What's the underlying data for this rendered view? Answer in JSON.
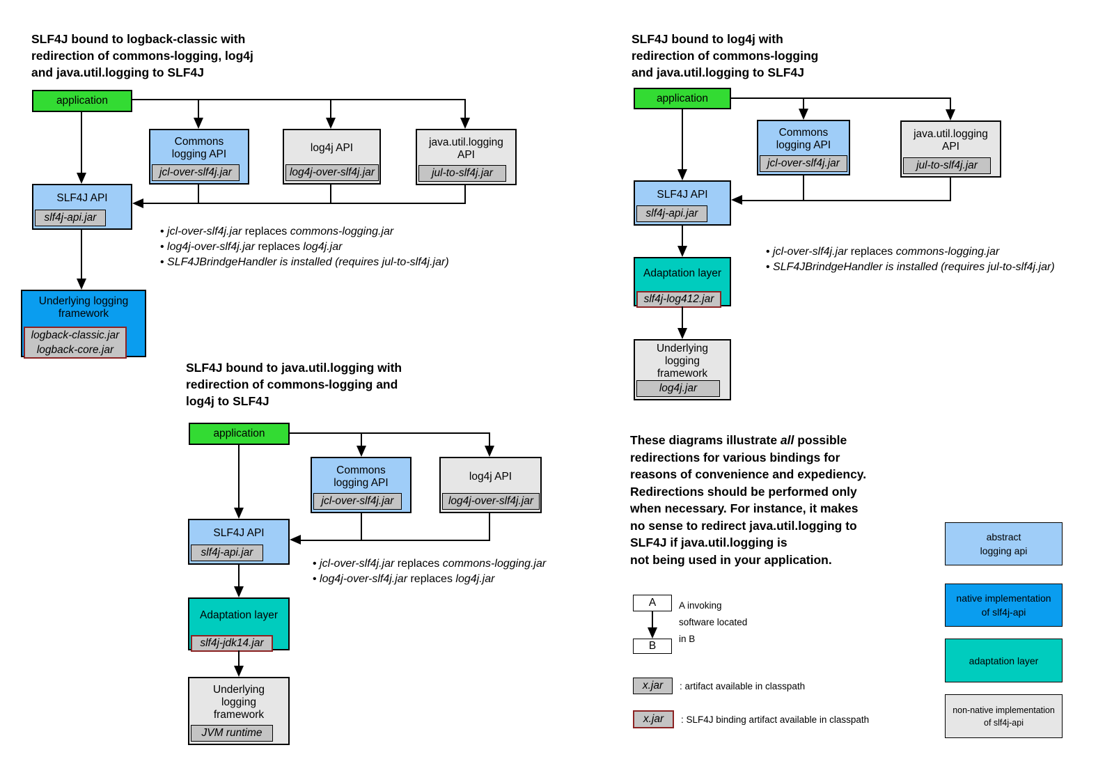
{
  "colors": {
    "application_green": "#33DB33",
    "abstract_api_blue": "#9FCDF8",
    "native_impl_blue": "#0A9DEF",
    "adaptation_teal": "#00CCBE",
    "nonnative_gray": "#E6E6E6",
    "jar_tag_gray": "#C4C4C4",
    "binding_border_red": "#8B2222"
  },
  "d1": {
    "title": "SLF4J bound to logback-classic with\nredirection of commons-logging, log4j\nand java.util.logging to SLF4J",
    "application": "application",
    "commons_label": "Commons\nlogging API",
    "commons_tag": "jcl-over-slf4j.jar",
    "log4j_label": "log4j API",
    "log4j_tag": "log4j-over-slf4j.jar",
    "jul_label": "java.util.logging\nAPI",
    "jul_tag": "jul-to-slf4j.jar",
    "slf4j_label": "SLF4J API",
    "slf4j_tag": "slf4j-api.jar",
    "underlying_label": "Underlying logging\nframework",
    "underlying_tag": "logback-classic.jar\nlogback-core.jar",
    "bullets": [
      [
        {
          "t": "jcl-over-slf4j.jar",
          "i": true
        },
        {
          "t": " replaces ",
          "i": false
        },
        {
          "t": "commons-logging.jar",
          "i": true
        }
      ],
      [
        {
          "t": "log4j-over-slf4j.jar",
          "i": true
        },
        {
          "t": " replaces ",
          "i": false
        },
        {
          "t": "log4j.jar",
          "i": true
        }
      ],
      [
        {
          "t": "SLF4JBrindgeHandler is installed (requires jul-to-slf4j.jar)",
          "i": true
        }
      ]
    ]
  },
  "d2": {
    "title": "SLF4J bound to log4j with\nredirection of commons-logging\nand java.util.logging to SLF4J",
    "application": "application",
    "commons_label": "Commons\nlogging API",
    "commons_tag": "jcl-over-slf4j.jar",
    "jul_label": "java.util.logging\nAPI",
    "jul_tag": "jul-to-slf4j.jar",
    "slf4j_label": "SLF4J API",
    "slf4j_tag": "slf4j-api.jar",
    "adaptation_label": "Adaptation layer",
    "adaptation_tag": "slf4j-log412.jar",
    "underlying_label": "Underlying\nlogging\nframework",
    "underlying_tag": "log4j.jar",
    "bullets": [
      [
        {
          "t": "jcl-over-slf4j.jar",
          "i": true
        },
        {
          "t": " replaces ",
          "i": false
        },
        {
          "t": "commons-logging.jar",
          "i": true
        }
      ],
      [
        {
          "t": "SLF4JBrindgeHandler is installed (requires jul-to-slf4j.jar)",
          "i": true
        }
      ]
    ]
  },
  "d3": {
    "title": "SLF4J bound to java.util.logging with\nredirection of commons-logging and\nlog4j to SLF4J",
    "application": "application",
    "commons_label": "Commons\nlogging API",
    "commons_tag": "jcl-over-slf4j.jar",
    "log4j_label": "log4j API",
    "log4j_tag": "log4j-over-slf4j.jar",
    "slf4j_label": "SLF4J API",
    "slf4j_tag": "slf4j-api.jar",
    "adaptation_label": "Adaptation layer",
    "adaptation_tag": "slf4j-jdk14.jar",
    "underlying_label": "Underlying\nlogging\nframework",
    "underlying_tag": "JVM runtime",
    "bullets": [
      [
        {
          "t": "jcl-over-slf4j.jar",
          "i": true
        },
        {
          "t": " replaces ",
          "i": false
        },
        {
          "t": "commons-logging.jar",
          "i": true
        }
      ],
      [
        {
          "t": "log4j-over-slf4j.jar",
          "i": true
        },
        {
          "t": " replaces ",
          "i": false
        },
        {
          "t": "log4j.jar",
          "i": true
        }
      ]
    ]
  },
  "note": {
    "lines": [
      [
        {
          "t": "These diagrams illustrate ",
          "i": false
        },
        {
          "t": "all",
          "i": true
        },
        {
          "t": " possible",
          "i": false
        }
      ],
      [
        {
          "t": "redirections for various bindings for",
          "i": false
        }
      ],
      [
        {
          "t": "reasons of convenience and expediency.",
          "i": false
        }
      ],
      [
        {
          "t": "Redirections should be performed only",
          "i": false
        }
      ],
      [
        {
          "t": "when necessary. For instance, it makes",
          "i": false
        }
      ],
      [
        {
          "t": "no sense to redirect java.util.logging to",
          "i": false
        }
      ],
      [
        {
          "t": "SLF4J if java.util.logging is",
          "i": false
        }
      ],
      [
        {
          "t": "not being used in your application.",
          "i": false
        }
      ]
    ]
  },
  "legend": {
    "a": "A",
    "b": "B",
    "ab_text": "A invoking\nsoftware located\nin B",
    "artifact_tag": "x.jar",
    "artifact_desc": ": artifact available in classpath",
    "binding_tag": "x.jar",
    "binding_desc": ": SLF4J binding artifact available in classpath"
  },
  "color_legend": {
    "abstract": "abstract\nlogging api",
    "native": "native implementation\nof slf4j-api",
    "adaptation": "adaptation layer",
    "nonnative": "non-native implementation\nof slf4j-api"
  }
}
